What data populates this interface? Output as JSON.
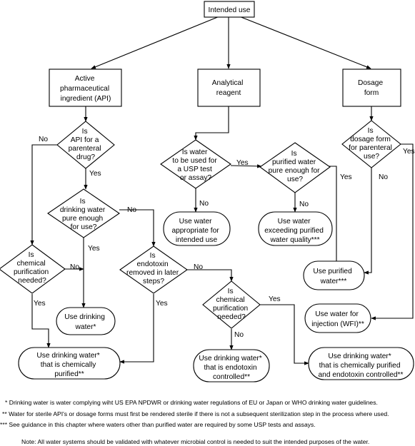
{
  "nodes": {
    "intended_use": [
      "Intended use"
    ],
    "api": [
      "Active",
      "pharmaceutical",
      "ingredient (API)"
    ],
    "analytical": [
      "Analytical",
      "reagent"
    ],
    "dosage": [
      "Dosage",
      "form"
    ],
    "q_api_parenteral": [
      "Is",
      "API for a",
      "parenteral",
      "drug?"
    ],
    "q_drinking_pure": [
      "Is",
      "drinking water",
      "pure enough",
      "for use?"
    ],
    "q_chem_purif_left": [
      "Is",
      "chemical",
      "purification",
      "needed?"
    ],
    "q_endotoxin": [
      "Is",
      "endotoxin",
      "removed in later",
      "steps?"
    ],
    "q_chem_purif_mid": [
      "Is",
      "chemical",
      "purification",
      "needed?"
    ],
    "q_usp_test": [
      "Is water",
      "to be used for",
      "a USP test",
      "or assay?"
    ],
    "q_purified_pure": [
      "Is",
      "purified water",
      "pure enough for",
      "use?"
    ],
    "q_dosage_parenteral": [
      "Is",
      "dosage form",
      "for parenteral",
      "use?"
    ],
    "t_drinking": [
      "Use drinking",
      "water*"
    ],
    "t_drinking_chem": [
      "Use drinking water*",
      "that is chemically",
      "purified**"
    ],
    "t_drinking_endo": [
      "Use drinking water*",
      "that is endotoxin",
      "controlled**"
    ],
    "t_drinking_chem_endo": [
      "Use drinking water*",
      "that is chemically purified",
      "and endotoxin controlled**"
    ],
    "t_appropriate": [
      "Use water",
      "appropriate for",
      "intended use"
    ],
    "t_exceeding": [
      "Use water",
      "exceeding purified",
      "water quality***"
    ],
    "t_purified": [
      "Use purified",
      "water***"
    ],
    "t_wfi": [
      "Use water for",
      "injection (WFI)**"
    ]
  },
  "edge_labels": {
    "yes": "Yes",
    "no": "No"
  },
  "footnotes": {
    "drinking": "* Drinking water is water complying wiht US EPA NPDWR or drinking water regulations of EU or Japan or WHO drinking water guidelines.",
    "sterile": "** Water for sterile API's or dosage forms must first be rendered sterile if there is not a subsequent sterilization step in the process where used.",
    "guidance": "*** See guidance in this chapter where waters other than purified water are required by some USP tests and assays.",
    "note": "Note: All water systems should be validated with whatever microbial control is needed to suit the intended purposes of the water."
  }
}
